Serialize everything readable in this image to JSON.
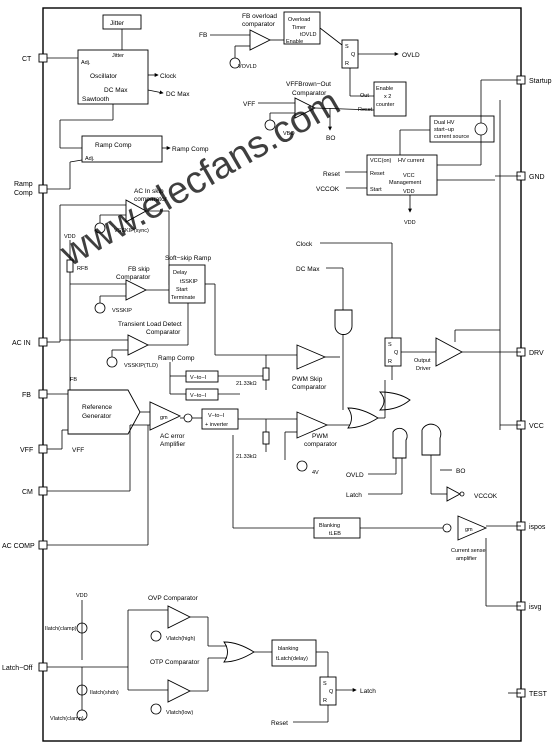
{
  "pins": {
    "ct": "CT",
    "ramp_comp_1": "Ramp",
    "ramp_comp_2": "Comp",
    "ac_in": "AC IN",
    "fb": "FB",
    "vff": "VFF",
    "cm": "CM",
    "ac_comp": "AC COMP",
    "latch_off": "Latch−Off",
    "startup": "Startup",
    "gnd": "GND",
    "drv": "DRV",
    "vcc": "VCC",
    "ispos": "ispos",
    "isvg": "isvg",
    "test": "TEST"
  },
  "blocks": {
    "jitter": "Jitter",
    "jitter_out": "Jitter",
    "osc_adj": "Adj.",
    "oscillator": "Oscillator",
    "dc_max": "DC Max",
    "sawtooth": "Sawtooth",
    "clock_out": "Clock",
    "dc_max_out": "DC Max",
    "ramp_comp_block": "Ramp  Comp",
    "ramp_adj": "Adj.",
    "ramp_comp_out": "Ramp Comp",
    "fb_overload_1": "FB overload",
    "fb_overload_2": "comparator",
    "fb_in": "FB",
    "vovld": "VOVLD",
    "overload_timer_1": "Overload",
    "overload_timer_2": "Timer",
    "overload_timer_3": "tOVLD",
    "overload_enable": "Enable",
    "sr1_s": "S",
    "sr1_q": "Q",
    "sr1_r": "R",
    "ovld_out": "OVLD",
    "enable_x2": "Enable",
    "x2": "x 2",
    "counter": "counter",
    "out": "Out",
    "reset": "Reset",
    "vff_bo_1": "VFFBrown−Out",
    "vff_bo_2": "Comparator",
    "vff_in": "VFF",
    "vbo": "VBO",
    "bo_out": "BO",
    "dual_hv_1": "Dual HV",
    "dual_hv_2": "start−up",
    "dual_hv_3": "current source",
    "vcc_on": "VCC(on)",
    "hv_current": "HV current",
    "vcc_mgmt_reset": "Reset",
    "vcc_mgmt": "VCC",
    "management": "Management",
    "start": "Start",
    "vdd_in": "VDD",
    "reset_in": "Reset",
    "vccok": "VCCOK",
    "vdd_out": "VDD",
    "ac_skip_1": "AC In skip",
    "ac_skip_2": "comparator",
    "vssk_sync": "VSSKIP(sync)",
    "vdd_top": "VDD",
    "rfb": "RFB",
    "fb_skip_1": "FB skip",
    "fb_skip_2": "Comparator",
    "vsskip": "VSSKIP",
    "soft_skip": "Soft−skip Ramp",
    "delay": "Delay",
    "tsskip": "tSSKIP",
    "start_lbl": "Start",
    "terminate": "Terminate",
    "tld_1": "Transient Load Detect",
    "tld_2": "Comparator",
    "vssk_tld": "VSSKIP(TLD)",
    "clock_in": "Clock",
    "dcmax_in": "DC Max",
    "ramp_comp_in": "Ramp Comp",
    "v_to_i_1": "V−to−I",
    "v_to_i_2": "V−to−I",
    "v_to_i_inv_1": "V−to−I",
    "v_to_i_inv_2": "+ inverter",
    "r2133a": "21.33kΩ",
    "r2133b": "21.33kΩ",
    "fb_ref": "FB",
    "ref_gen_1": "Reference",
    "ref_gen_2": "Generator",
    "vff_ref": "VFF",
    "gm": "gm",
    "ac_err_1": "AC error",
    "ac_err_2": "Amplifier",
    "pwm_skip_1": "PWM Skip",
    "pwm_skip_2": "Comparator",
    "pwm_comp_1": "PWM",
    "pwm_comp_2": "comparator",
    "v4": "4V",
    "sr2_s": "S",
    "sr2_q": "Q",
    "sr2_r": "R",
    "output_driver_1": "Output",
    "output_driver_2": "Driver",
    "ovld_in": "OVLD",
    "latch_in": "Latch",
    "bo_in": "BO",
    "vccok_in": "VCCOK",
    "blanking_1": "Blanking",
    "blanking_2": "tLEB",
    "gm2": "gm",
    "csa_1": "Current sense",
    "csa_2": "amplifier",
    "ovp_comp": "OVP Comparator",
    "vdd_latch": "VDD",
    "ilatch_clamp": "Ilatch(clamp)",
    "vlatch_high": "Vlatch(high)",
    "otp_comp": "OTP Comparator",
    "ilatch_shdn": "Ilatch(shdn)",
    "vlatch_low": "Vlatch(low)",
    "vlatch_clamp": "Vlatch(clamp)",
    "blanking3_1": "blanking",
    "blanking3_2": "tLatch(delay)",
    "sr3_s": "S",
    "sr3_q": "Q",
    "sr3_r": "R",
    "latch_out": "Latch",
    "reset_bottom": "Reset"
  },
  "watermark": "www.elecfans.com"
}
